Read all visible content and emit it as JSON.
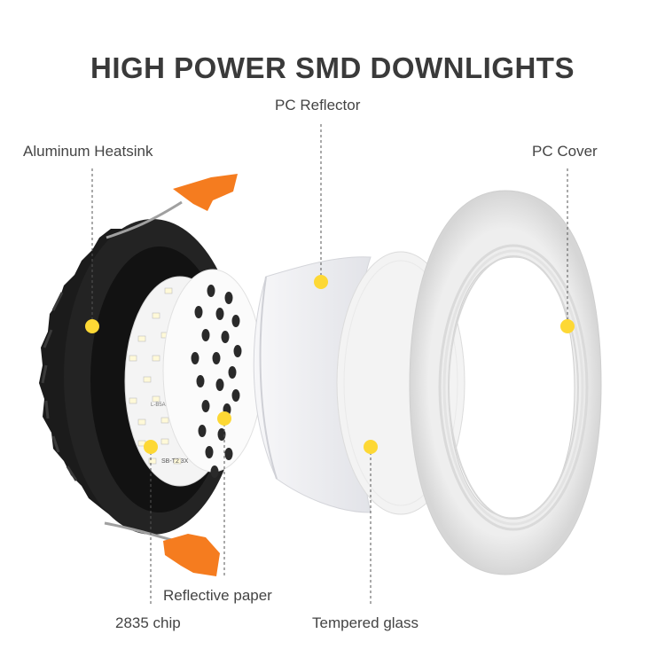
{
  "title": "HIGH POWER SMD DOWNLIGHTS",
  "labels": {
    "pc_reflector": "PC Reflector",
    "aluminum_heatsink": "Aluminum Heatsink",
    "pc_cover": "PC Cover",
    "reflective_paper": "Reflective paper",
    "chip": "2835 chip",
    "tempered_glass": "Tempered glass"
  },
  "colors": {
    "marker": "#FDD835",
    "clip": "#F57C1F",
    "heatsink": "#1e1e1e",
    "title": "#3a3a3a"
  },
  "pcb_print": [
    "L-B5A",
    "SB-T2 3X"
  ]
}
